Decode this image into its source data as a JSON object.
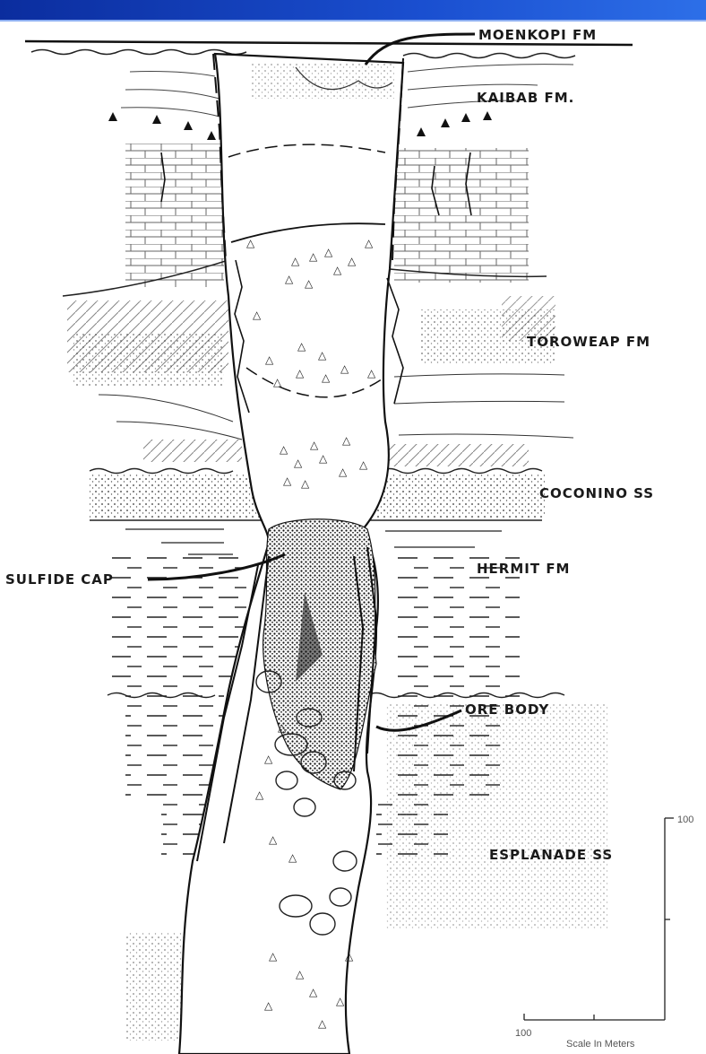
{
  "labels": {
    "moenkopi": "MOENKOPI FM",
    "kaibab": "KAIBAB FM.",
    "toroweap": "TOROWEAP FM",
    "coconino": "COCONINO SS",
    "sulfide_cap": "SULFIDE CAP",
    "hermit": "HERMIT FM",
    "ore_body": "ORE BODY",
    "esplanade": "ESPLANADE SS"
  },
  "scale": {
    "vertical_value": "100",
    "horizontal_value": "100",
    "caption": "Scale In Meters"
  },
  "colors": {
    "header_bar": "#1a4fd0",
    "ink": "#1a1a1a"
  }
}
